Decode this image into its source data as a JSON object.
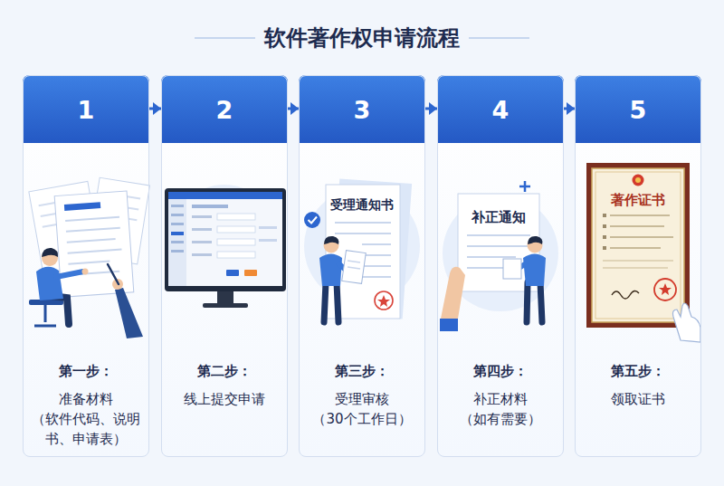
{
  "diagram": {
    "title": "软件著作权申请流程",
    "nodes": [
      {
        "text": [
          "1",
          "第一步：",
          "准备材料 （软件代码、说明 书、申请表）"
        ]
      },
      {
        "text": [
          "2",
          "第二步：",
          "线上提交申请"
        ]
      },
      {
        "text": [
          "3",
          "第三步：",
          "受理审核 （30个工作日）"
        ]
      },
      {
        "text": [
          "4",
          "第四步：",
          "补正材料 （如有需要）"
        ]
      },
      {
        "text": [
          "5",
          "第五步：",
          "领取证书"
        ]
      }
    ],
    "edges": [
      {
        "from": 0,
        "to": 1,
        "arrow": "to"
      },
      {
        "from": 1,
        "to": 2,
        "arrow": "to"
      },
      {
        "from": 2,
        "to": 3,
        "arrow": "to"
      },
      {
        "from": 3,
        "to": 4,
        "arrow": "to"
      }
    ],
    "labels": [
      "受理通知书",
      "补正通知",
      "著作证书"
    ]
  }
}
